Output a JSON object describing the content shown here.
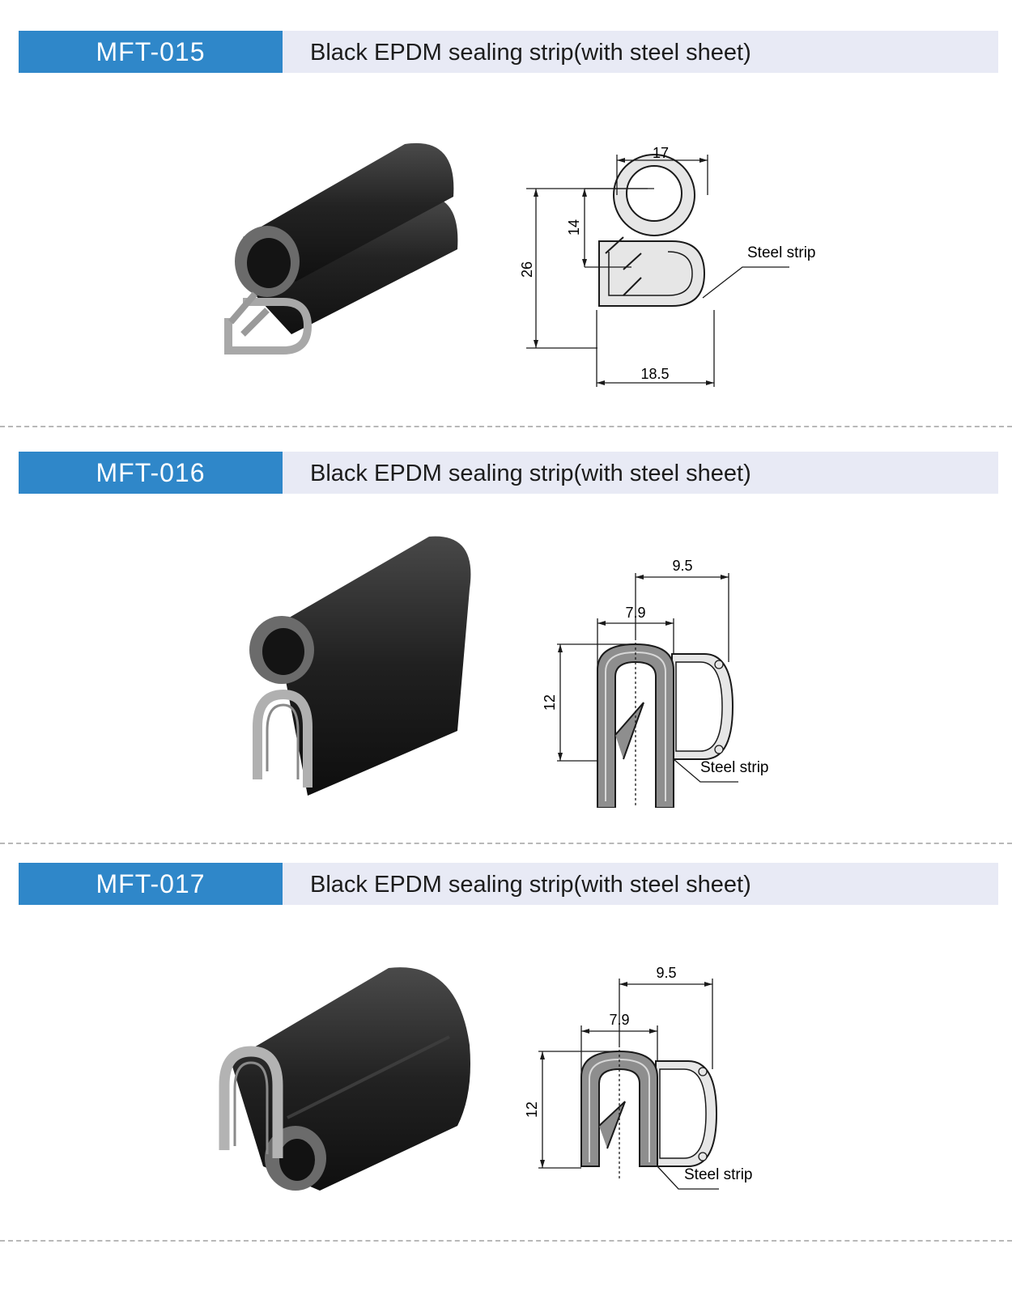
{
  "accent_color": "#2f87c9",
  "products": [
    {
      "code": "MFT-015",
      "title": "Black EPDM sealing strip(with steel sheet)",
      "dimensions": {
        "top_width": "17",
        "bulb_height": "14",
        "total_height": "26",
        "bottom_width": "18.5"
      },
      "callout": "Steel strip"
    },
    {
      "code": "MFT-016",
      "title": "Black EPDM sealing strip(with steel sheet)",
      "dimensions": {
        "total_width": "9.5",
        "inner_width": "7.9",
        "height": "12"
      },
      "callout": "Steel strip"
    },
    {
      "code": "MFT-017",
      "title": "Black EPDM sealing strip(with steel sheet)",
      "dimensions": {
        "total_width": "9.5",
        "inner_width": "7.9",
        "height": "12"
      },
      "callout": "Steel strip"
    }
  ]
}
